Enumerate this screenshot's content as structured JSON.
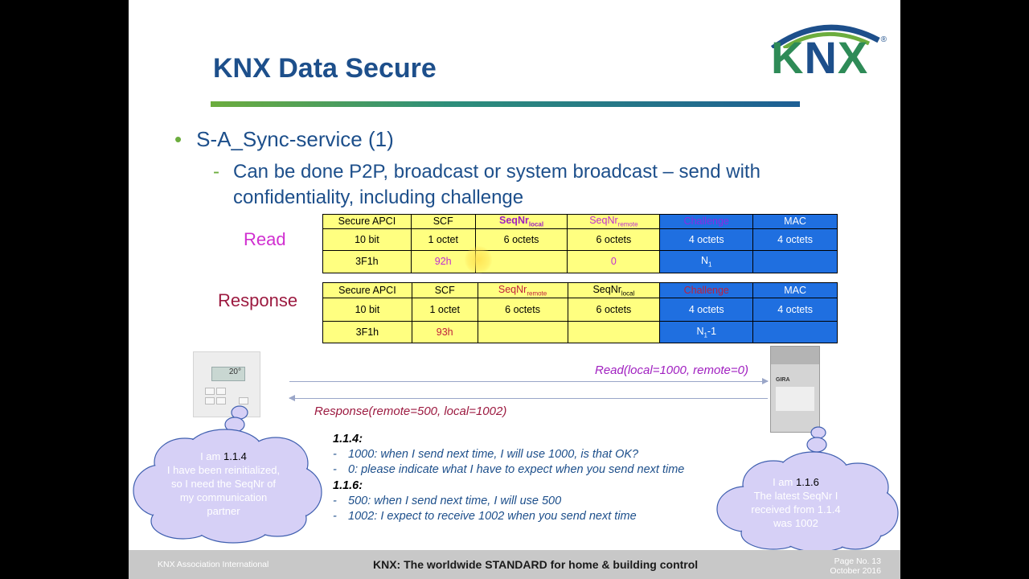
{
  "slide": {
    "title": "KNX Data Secure",
    "logo": {
      "text_k": "K",
      "text_n": "N",
      "text_x": "X",
      "reg": "®"
    },
    "bullet": "S-A_Sync-service (1)",
    "sub_bullet": "Can be done P2P, broadcast or system broadcast – send with confidentiality, including challenge",
    "read_label": "Read",
    "response_label": "Response"
  },
  "read_table": {
    "headers": [
      "Secure APCI",
      "SCF",
      "SeqNr",
      "local",
      "SeqNr",
      "remote",
      "Challenge",
      "MAC"
    ],
    "sizes": [
      "10 bit",
      "1 octet",
      "6 octets",
      "6 octets",
      "4 octets",
      "4 octets"
    ],
    "values": [
      "3F1h",
      "92h",
      "",
      "0",
      "N",
      "1",
      ""
    ]
  },
  "response_table": {
    "headers": [
      "Secure APCI",
      "SCF",
      "SeqNr",
      "remote",
      "SeqNr",
      "local",
      "Challenge",
      "MAC"
    ],
    "sizes": [
      "10 bit",
      "1 octet",
      "6 octets",
      "6 octets",
      "4 octets",
      "4 octets"
    ],
    "values": [
      "3F1h",
      "93h",
      "",
      "",
      "N",
      "1",
      "-1",
      ""
    ]
  },
  "messages": {
    "read": "Read(local=1000, remote=0)",
    "response": "Response(remote=500, local=1002)"
  },
  "device_left": {
    "display": "20°"
  },
  "device_right": {
    "brand": "GIRA"
  },
  "cloud_left": {
    "prefix": "I am ",
    "address": "1.1.4",
    "text": "I have been reinitialized, so I need the SeqNr of my communication partner"
  },
  "cloud_right": {
    "prefix": "I am ",
    "address": "1.1.6",
    "text": "The latest SeqNr I received from 1.1.4 was 1002"
  },
  "notes": {
    "h1": "1.1.4:",
    "items1": [
      "1000: when I send next time, I will use 1000, is that OK?",
      "0: please indicate what I have to expect when you send next time"
    ],
    "h2": "1.1.6:",
    "items2": [
      "500: when I send next time, I will use 500",
      "1002: I expect to receive 1002 when you send next time"
    ],
    "dash": "-"
  },
  "footer": {
    "left": "KNX Association International",
    "center": "KNX: The worldwide STANDARD for home & building control",
    "page": "Page No. 13",
    "date": "October 2016"
  }
}
